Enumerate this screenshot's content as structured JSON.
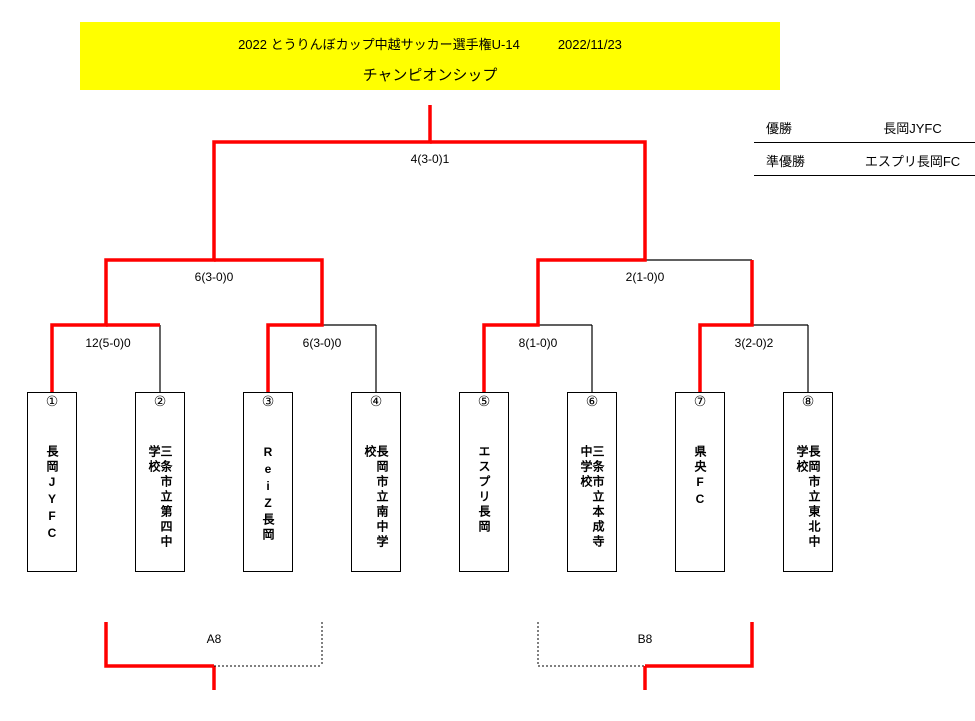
{
  "header": {
    "year": "2022",
    "title": "とうりんぼカップ中越サッカー選手権U-14",
    "date": "2022/11/23",
    "subtitle": "チャンピオンシップ"
  },
  "results": [
    {
      "label": "優勝",
      "value": "長岡JYFC"
    },
    {
      "label": "準優勝",
      "value": "エスプリ長岡FC"
    }
  ],
  "scores": {
    "final": "4(3-0)1",
    "semi_left": "6(3-0)0",
    "semi_right": "2(1-0)0",
    "qf1": "12(5-0)0",
    "qf2": "6(3-0)0",
    "qf3": "8(1-0)0",
    "qf4": "3(2-0)2"
  },
  "teams": [
    {
      "num": "①",
      "name": "長岡JYFC"
    },
    {
      "num": "②",
      "name": "三条市立第四中学校"
    },
    {
      "num": "③",
      "name": "ReiZ長岡"
    },
    {
      "num": "④",
      "name": "長岡市立南中学校"
    },
    {
      "num": "⑤",
      "name": "エスプリ長岡"
    },
    {
      "num": "⑥",
      "name": "三条市立本成寺中学校"
    },
    {
      "num": "⑦",
      "name": "県央FC"
    },
    {
      "num": "⑧",
      "name": "長岡市立東北中学校"
    }
  ],
  "groups": {
    "left": "A8",
    "right": "B8"
  },
  "colors": {
    "header_bg": "#ffff00",
    "winner_line": "#ff0000",
    "line": "#000000"
  }
}
